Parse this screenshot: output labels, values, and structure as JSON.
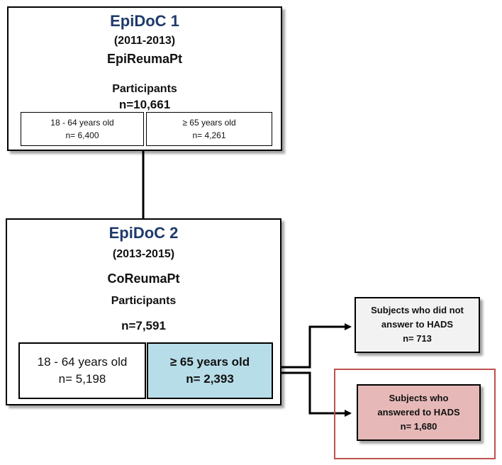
{
  "epidoc1": {
    "title": "EpiDoC 1",
    "period": "(2011-2013)",
    "study": "EpiReumaPt",
    "participants_label": "Participants",
    "participants_n": "n=10,661",
    "groups": [
      {
        "label": "18 - 64 years old",
        "n": "n= 6,400"
      },
      {
        "label": "≥ 65 years old",
        "n": "n= 4,261"
      }
    ]
  },
  "epidoc2": {
    "title": "EpiDoC 2",
    "period": "(2013-2015)",
    "study": "CoReumaPt",
    "participants_label": "Participants",
    "participants_n": "n=7,591",
    "groups": [
      {
        "label": "18 - 64 years old",
        "n": "n= 5,198"
      },
      {
        "label": "≥ 65 years old",
        "n": "n= 2,393"
      }
    ]
  },
  "outcomes": {
    "not_answered": {
      "line1": "Subjects who did not",
      "line2": "answer to HADS",
      "n": "n= 713"
    },
    "answered": {
      "line1": "Subjects who",
      "line2": "answered to HADS",
      "n": "n= 1,680"
    }
  },
  "colors": {
    "title_blue": "#1f3a6b",
    "highlight_blue": "#b7dde8",
    "highlight_pink": "#e6b9b8",
    "outline_red": "#c0504d",
    "grey_box": "#f2f2f2"
  }
}
